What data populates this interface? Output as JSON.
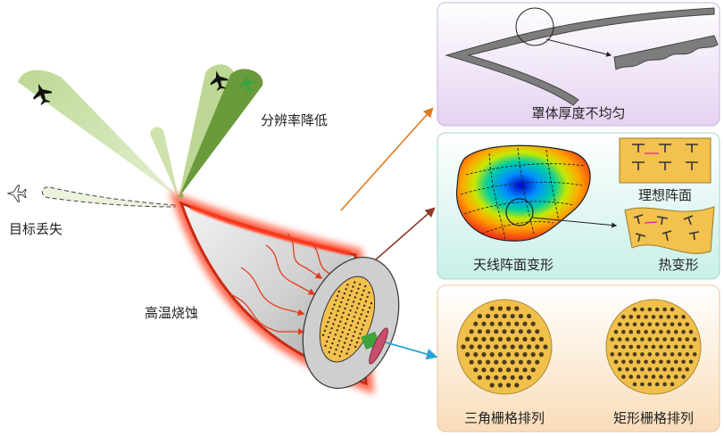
{
  "labels": {
    "resolution_drop": "分辨率降低",
    "target_lost": "目标丢失",
    "high_temp_ablation": "高温烧蚀",
    "radome_thickness": "罩体厚度不均匀",
    "ideal_array": "理想阵面",
    "array_deformation": "天线阵面变形",
    "thermal_deformation": "热变形",
    "triangular_grid": "三角栅格排列",
    "rectangular_grid": "矩形栅格排列"
  },
  "colors": {
    "panel_purple": "#e9dcf3",
    "panel_teal": "#d4f1ee",
    "panel_peach": "#fbe6cc",
    "glow": "#ff5a3c",
    "array_yellow": "#f2c14e",
    "element_dark": "#4a3a1e",
    "beam_light": "#c9dfa5",
    "beam_dark": "#6a9a3a"
  },
  "icons": [
    "jet-icon",
    "heat-map",
    "nose-cone"
  ]
}
